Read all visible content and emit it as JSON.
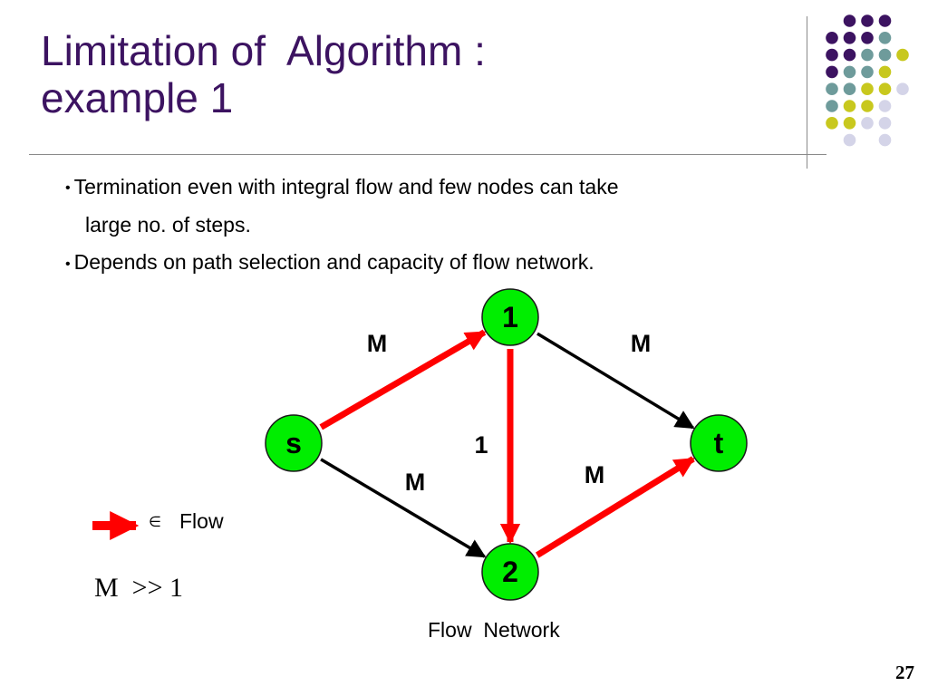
{
  "slide": {
    "title_lines": [
      "Limitation of  Algorithm :",
      "example 1"
    ],
    "bullets": [
      {
        "marker": "•",
        "text": "Termination even with integral flow and few nodes can take",
        "continuation": "large no. of steps."
      },
      {
        "marker": "•",
        "text": "Depends on path selection and capacity of flow network."
      }
    ],
    "legend": {
      "symbol": "∈",
      "label": "Flow",
      "arrow_color": "#ff0000"
    },
    "relation": "M  >> 1",
    "caption": "Flow  Network",
    "page_number": "27"
  },
  "colors": {
    "title": "#3c1361",
    "node_fill": "#00ee00",
    "flow_edge": "#ff0000",
    "plain_edge": "#000000",
    "dot_purple": "#3c1361",
    "dot_teal": "#6e9b9b",
    "dot_yellow": "#c8c81e",
    "dot_lavender": "#d4d4e8"
  },
  "diagram": {
    "nodes": [
      {
        "id": "s",
        "label": "s"
      },
      {
        "id": "n1",
        "label": "1"
      },
      {
        "id": "n2",
        "label": "2"
      },
      {
        "id": "t",
        "label": "t"
      }
    ],
    "edges": [
      {
        "from": "s",
        "to": "n1",
        "capacity": "M",
        "flow": true
      },
      {
        "from": "n1",
        "to": "t",
        "capacity": "M",
        "flow": false
      },
      {
        "from": "n1",
        "to": "n2",
        "capacity": "1",
        "flow": true
      },
      {
        "from": "s",
        "to": "n2",
        "capacity": "M",
        "flow": false
      },
      {
        "from": "n2",
        "to": "t",
        "capacity": "M",
        "flow": true
      }
    ]
  }
}
